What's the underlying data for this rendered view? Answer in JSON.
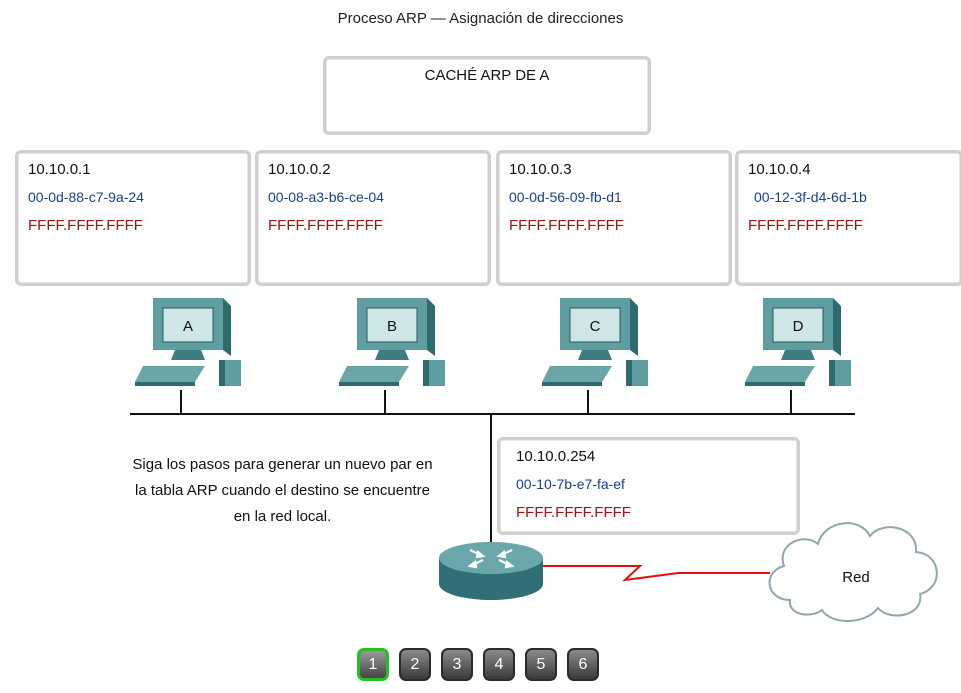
{
  "title": "Proceso ARP — Asignación de direcciones",
  "cache_label": "CACHÉ ARP DE A",
  "hosts": [
    {
      "name": "A",
      "ip": "10.10.0.1",
      "mac": "00-0d-88-c7-9a-24",
      "broadcast": "FFFF.FFFF.FFFF"
    },
    {
      "name": "B",
      "ip": "10.10.0.2",
      "mac": "00-08-a3-b6-ce-04",
      "broadcast": "FFFF.FFFF.FFFF"
    },
    {
      "name": "C",
      "ip": "10.10.0.3",
      "mac": "00-0d-56-09-fb-d1",
      "broadcast": "FFFF.FFFF.FFFF"
    },
    {
      "name": "D",
      "ip": "10.10.0.4",
      "mac": "00-12-3f-d4-6d-1b",
      "broadcast": "FFFF.FFFF.FFFF"
    }
  ],
  "router": {
    "ip": "10.10.0.254",
    "mac": "00-10-7b-e7-fa-ef",
    "broadcast": "FFFF.FFFF.FFFF"
  },
  "note": "Siga los pasos para generar un nuevo par en la tabla ARP cuando el destino se encuentre en la red local.",
  "cloud_label": "Red",
  "steps": [
    "1",
    "2",
    "3",
    "4",
    "5",
    "6"
  ],
  "active_step": "1",
  "colors": {
    "mac": "#1b3f8f",
    "broadcast": "#a11414",
    "active_step": "#22c022",
    "wan_link": "#e01010"
  }
}
